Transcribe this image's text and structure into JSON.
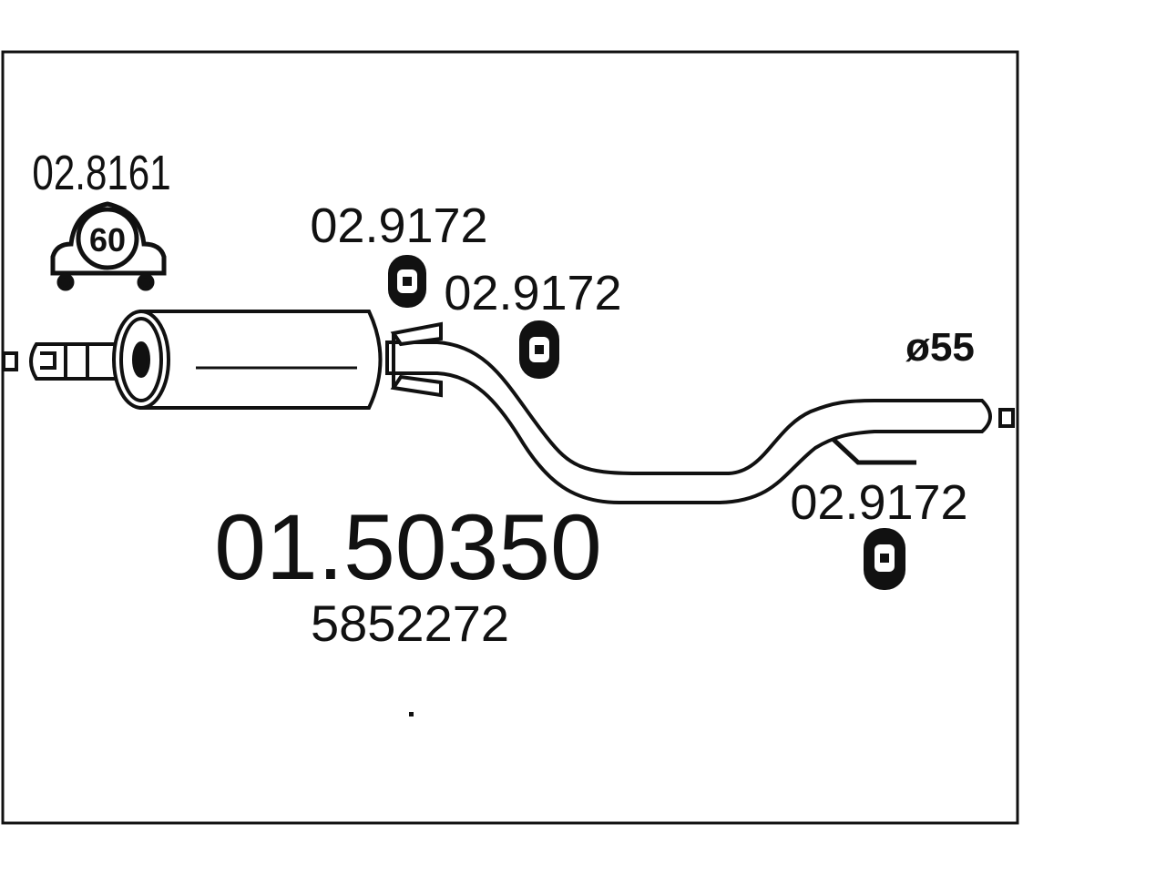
{
  "parts": {
    "clamp": {
      "code": "02.8161",
      "size": "60"
    },
    "hanger_1": {
      "code": "02.9172"
    },
    "hanger_2": {
      "code": "02.9172"
    },
    "hanger_3": {
      "code": "02.9172"
    }
  },
  "pipe": {
    "diameter": "ø55"
  },
  "article": {
    "number": "01.50350",
    "oe_number": "5852272"
  },
  "colors": {
    "line": "#111111",
    "background": "#ffffff"
  }
}
